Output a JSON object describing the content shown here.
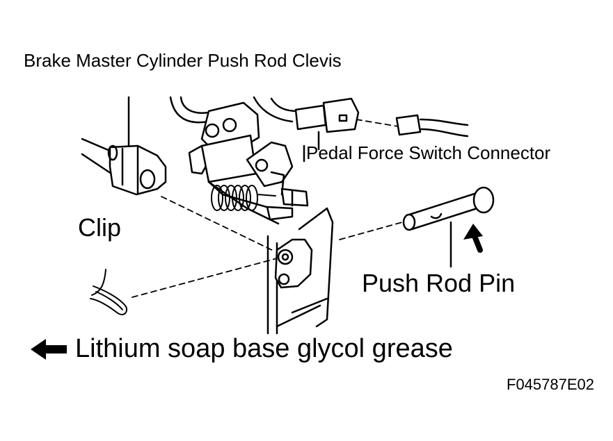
{
  "diagram": {
    "labels": {
      "clevis": "Brake Master Cylinder Push Rod Clevis",
      "connector": "Pedal Force Switch Connector",
      "clip": "Clip",
      "pin": "Push Rod Pin",
      "grease": "Lithium soap base glycol grease",
      "figure_code": "F045787E02"
    },
    "icons": {
      "grease_marker": "left-arrow-icon",
      "grease_point": "up-arrow-icon"
    },
    "colors": {
      "ink": "#000000",
      "background": "#ffffff"
    }
  }
}
